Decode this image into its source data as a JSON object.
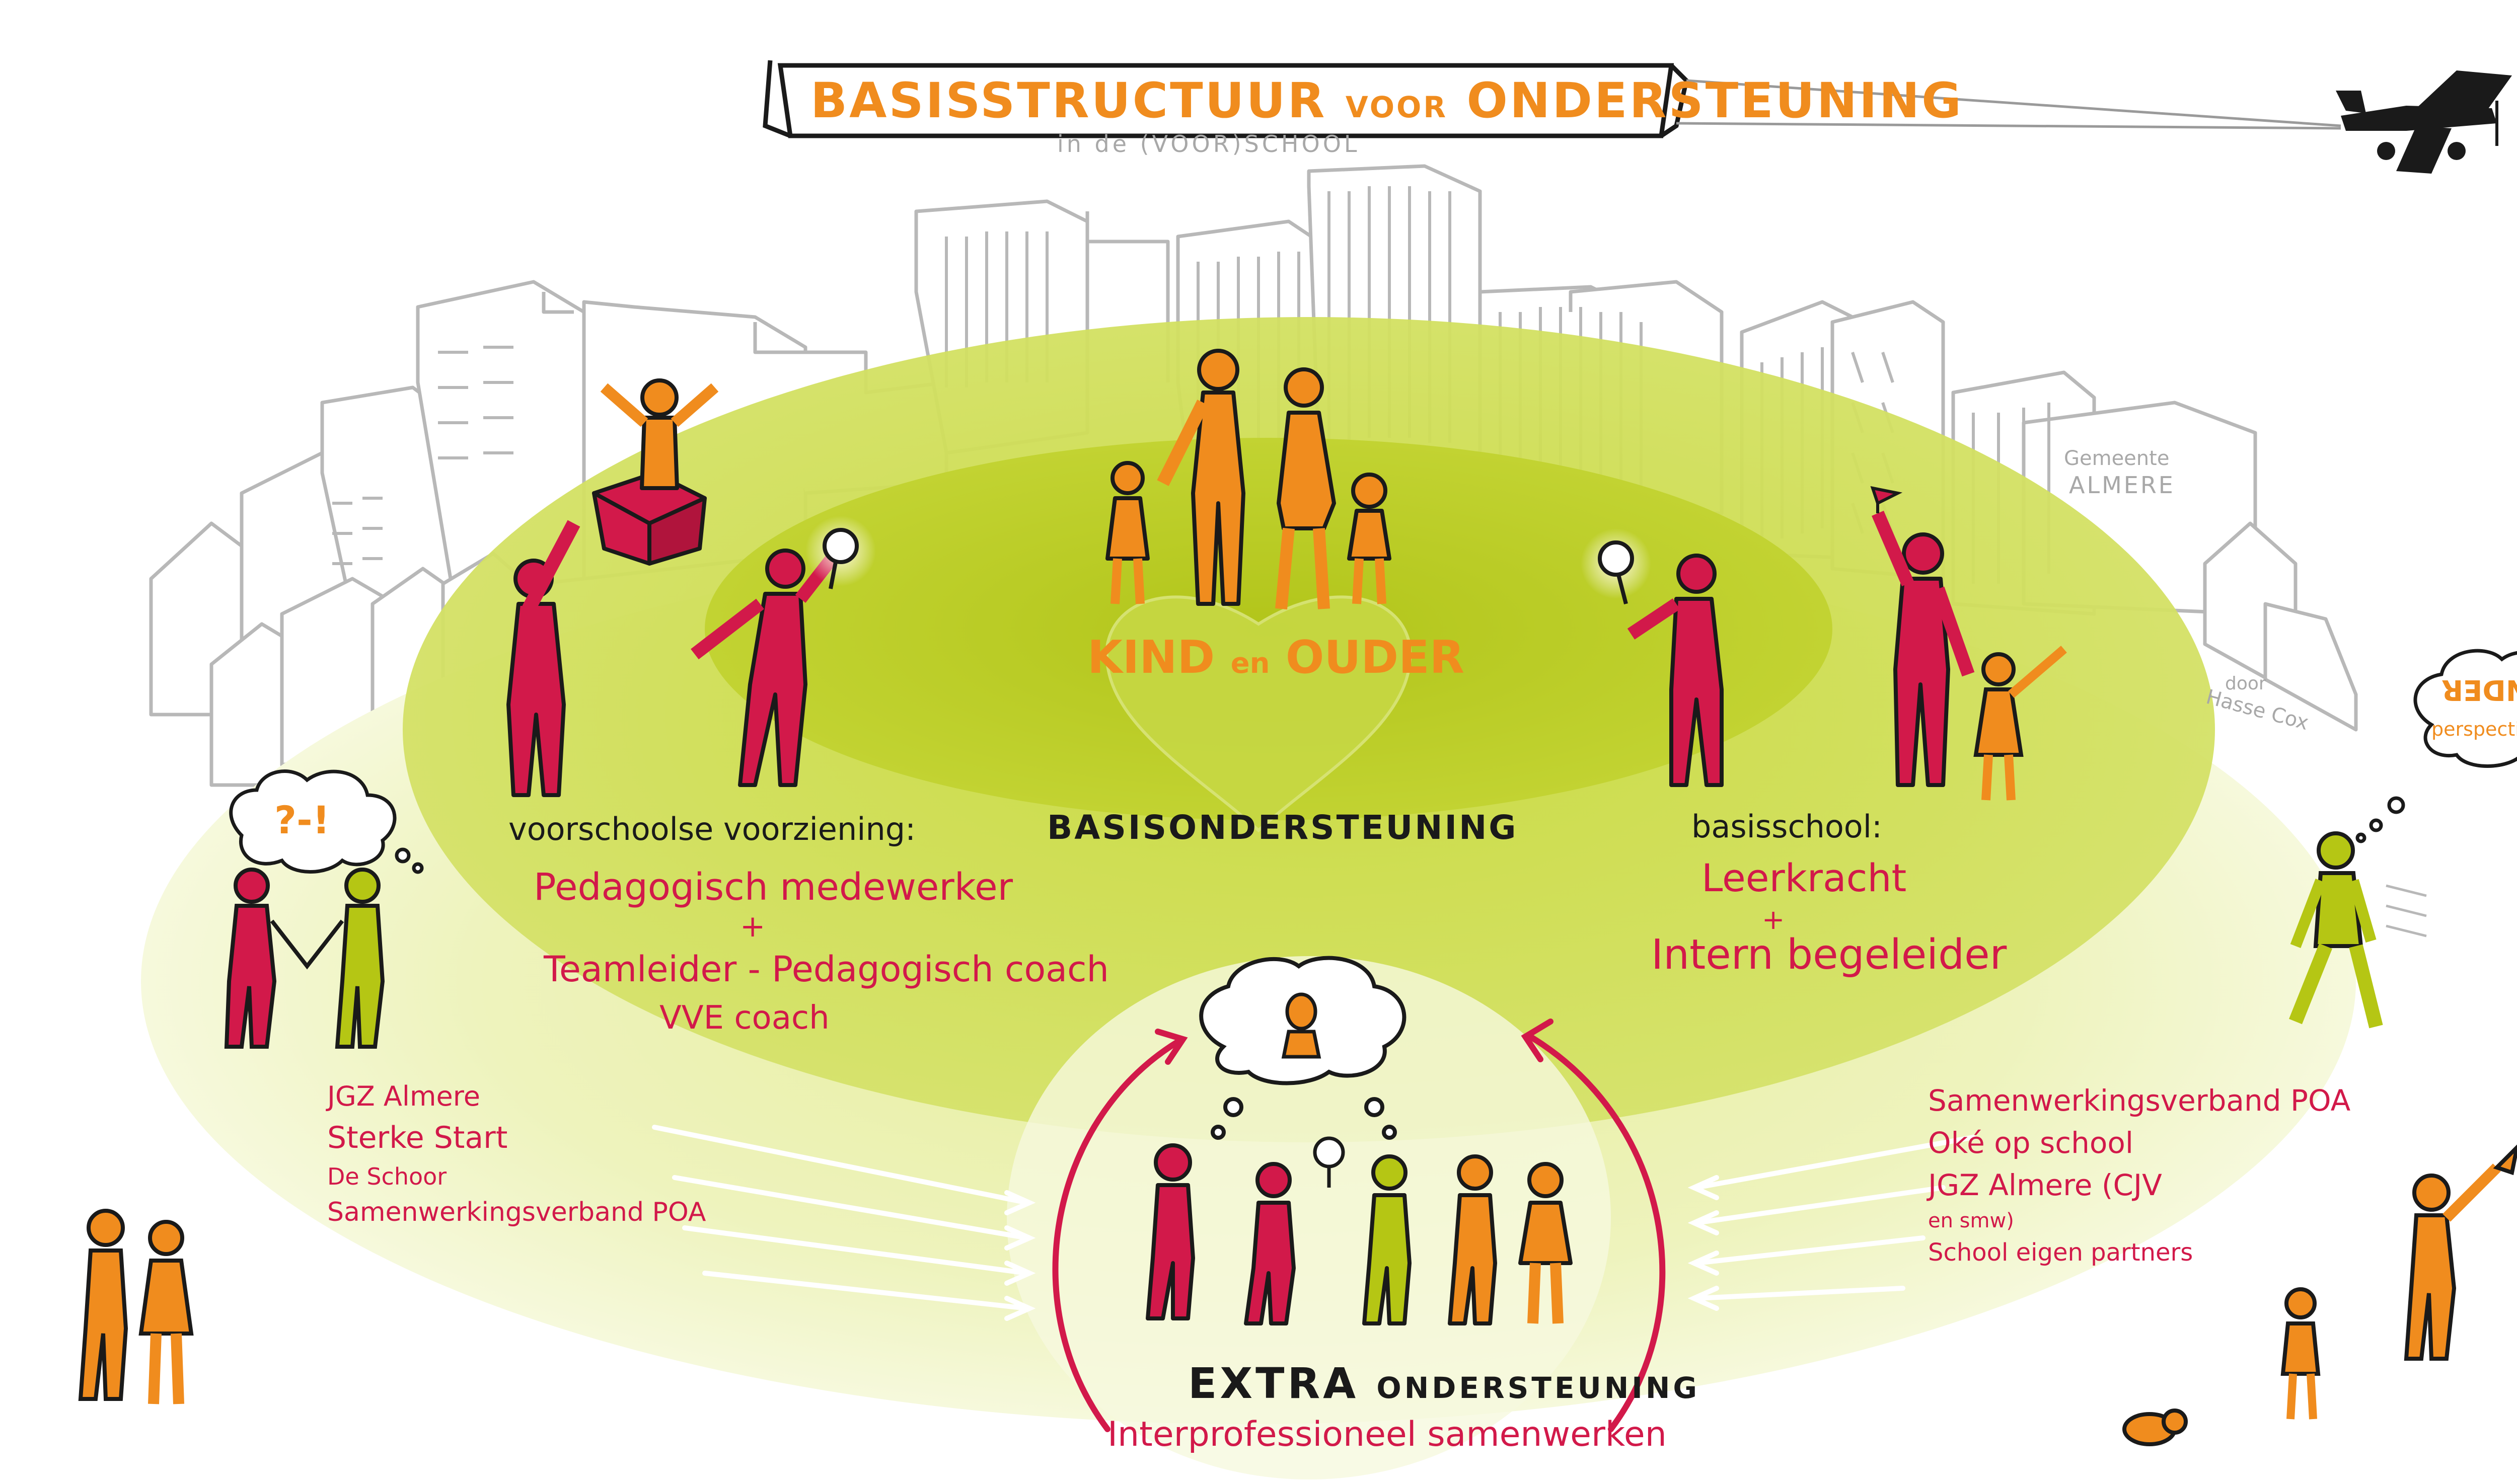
{
  "banner": {
    "title_part1": "BASISSTRUCTUUR",
    "title_voor": "VOOR",
    "title_part2": "ONDERSTEUNING",
    "subtitle": "in de (VOOR)SCHOOL"
  },
  "center": {
    "heart_label_kind": "KIND",
    "heart_label_en": "en",
    "heart_label_ouder": "OUDER",
    "basis_label": "BASISONDERSTEUNING"
  },
  "voorschool": {
    "heading": "voorschoolse voorziening:",
    "line1": "Pedagogisch medewerker",
    "plus": "+",
    "line2": "Teamleider - Pedagogisch coach",
    "line3": "VVE coach"
  },
  "basisschool": {
    "heading": "basisschool:",
    "line1": "Leerkracht",
    "plus": "+",
    "line2": "Intern begeleider"
  },
  "left_partners": [
    "JGZ Almere",
    "Sterke Start",
    "De Schoor",
    "Samenwerkingsverband POA"
  ],
  "right_partners": [
    {
      "main": "Samenwerkingsverband POA",
      "small": ""
    },
    {
      "main": "Oké op school",
      "small": ""
    },
    {
      "main": "JGZ Almere (CJV",
      "small": "en smw)"
    },
    {
      "main": "School eigen partners",
      "small": ""
    }
  ],
  "extra": {
    "label_extra": "EXTRA",
    "label_ondersteuning": "ONDERSTEUNING",
    "subtitle": "Interprofessioneel samenwerken"
  },
  "thought_left": "?-!",
  "thought_right": {
    "line1": "ANDER",
    "line2": "perspectief"
  },
  "gemeente": {
    "line1": "Gemeente",
    "line2": "ALMERE"
  },
  "credit": {
    "line1": "door",
    "line2": "Hasse Cox"
  },
  "colors": {
    "orange": "#f08c1e",
    "magenta": "#d2194a",
    "lime": "#b5c614",
    "outer_ellipse": "#eef2b8",
    "mid_ellipse": "#cddb55",
    "inner_ellipse": "#b4c81e",
    "grey_line": "#b8b8b8"
  }
}
